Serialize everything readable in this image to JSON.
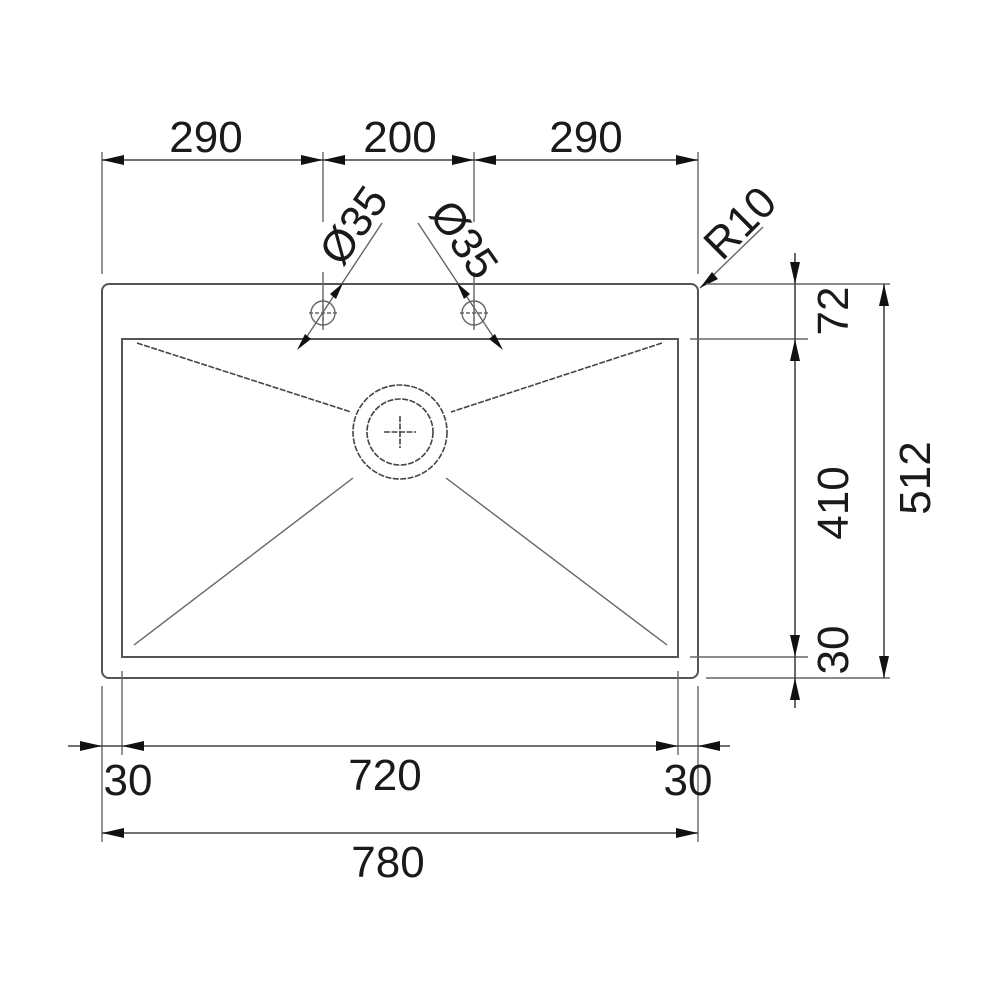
{
  "drawing": {
    "title": "Sink top-view dimension drawing",
    "units": "mm",
    "stroke_color": "#555555",
    "text_color": "#1a1a1a"
  },
  "dimensions": {
    "top": {
      "left_span": "290",
      "center_span": "200",
      "right_span": "290"
    },
    "tap_holes": {
      "left_diameter": "Ø35",
      "right_diameter": "Ø35"
    },
    "corner_radius": "R10",
    "right_inner": {
      "rim_back": "72",
      "bowl_depth": "410",
      "rim_front": "30"
    },
    "right_outer": {
      "overall_depth": "512"
    },
    "bottom_inner": {
      "rim_left": "30",
      "bowl_width": "720",
      "rim_right": "30"
    },
    "bottom_outer": {
      "overall_width": "780"
    }
  },
  "components": {
    "outer_rim": "sink-rim",
    "inner_bowl": "sink-bowl",
    "drain": "drain-waste",
    "tap_holes": [
      "tap-hole-left",
      "tap-hole-right"
    ]
  }
}
